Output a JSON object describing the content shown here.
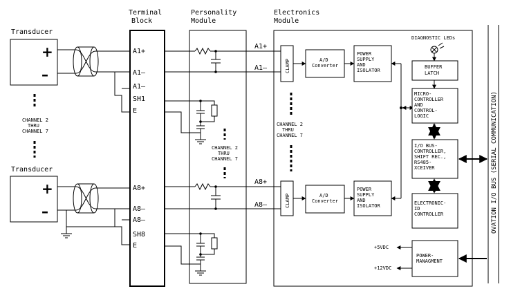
{
  "headers": {
    "terminal_block": [
      "Terminal",
      "Block"
    ],
    "personality_module": [
      "Personality",
      "Module"
    ],
    "electronics_module": [
      "Electronics",
      "Module"
    ]
  },
  "transducers": [
    {
      "label": "Transducer",
      "plus": "+",
      "minus": "–"
    },
    {
      "label": "Transducer",
      "plus": "+",
      "minus": "–"
    }
  ],
  "terminals_top": [
    "A1+",
    "A1–",
    "A1–",
    "SH1",
    "E"
  ],
  "terminals_bottom": [
    "A8+",
    "A8–",
    "A8–",
    "SH8",
    "E"
  ],
  "channel_note": [
    "CHANNEL 2",
    "THRU",
    "CHANNEL 7"
  ],
  "electronics_inputs": {
    "top": [
      "A1+",
      "A1–"
    ],
    "bottom": [
      "A8+",
      "A8–"
    ]
  },
  "blocks": {
    "clamp": "CLAMP",
    "adc": [
      "A/D",
      "Converter"
    ],
    "power_supply": [
      "POWER",
      "SUPPLY",
      "AND",
      "ISOLATOR"
    ],
    "buffer_latch": [
      "BUFFER",
      "LATCH"
    ],
    "micro": [
      "MICRO-",
      "CONTROLLER",
      "AND",
      "CONTROL-",
      "LOGIC"
    ],
    "io_bus": [
      "I/O BUS-",
      "CONTROLLER,",
      "SHIFT REC.,",
      "RS485-",
      "XCEIVER"
    ],
    "electronic_id": [
      "ELECTRONIC-",
      "ID",
      "CONTROLLER"
    ],
    "power_mgmt": [
      "POWER-",
      "MANAGMENT"
    ]
  },
  "diagnostic_leds": "DIAGNOSTIC LEDs",
  "supplies": [
    "+5VDC",
    "+12VDC"
  ],
  "bus_label": "OVATION I/O BUS (SERIAL COMMUNICATION)"
}
